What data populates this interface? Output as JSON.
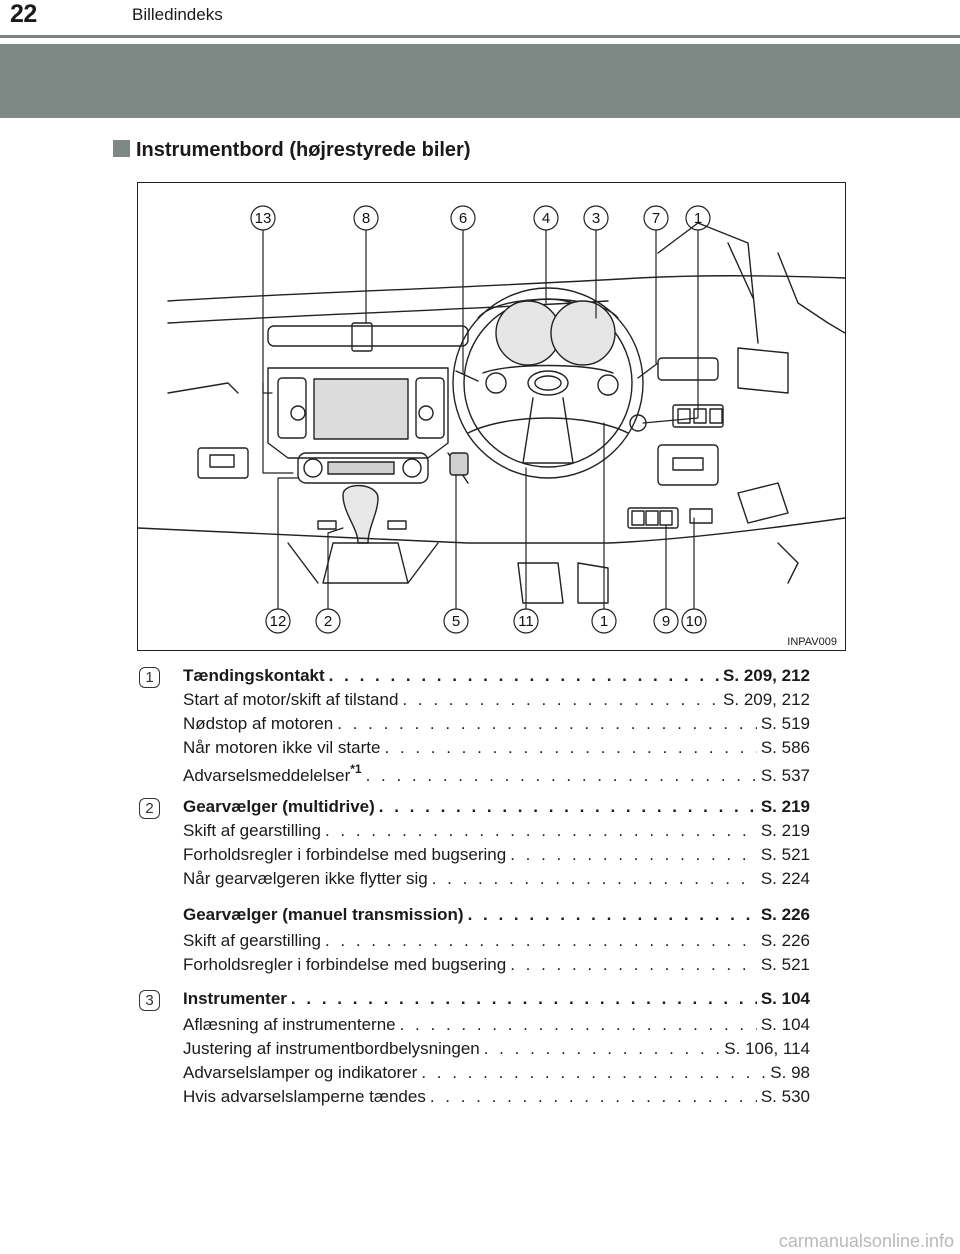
{
  "header": {
    "page_number": "22",
    "title": "Billedindeks"
  },
  "section": {
    "heading": "Instrumentbord (højrestyrede biler)"
  },
  "figure": {
    "code": "INPAV009",
    "callouts_top": [
      "13",
      "8",
      "6",
      "4",
      "3",
      "7",
      "1"
    ],
    "callouts_bottom": [
      "12",
      "2",
      "5",
      "11",
      "1",
      "9",
      "10"
    ]
  },
  "entries": [
    {
      "num": "1",
      "lines": [
        {
          "text": "Tændingskontakt",
          "page": "S. 209, 212",
          "bold": true
        },
        {
          "text": "Start af motor/skift af tilstand",
          "page": "S. 209, 212"
        },
        {
          "text": "Nødstop af motoren",
          "page": "S. 519"
        },
        {
          "text": "Når motoren ikke vil starte",
          "page": "S. 586"
        },
        {
          "text": "Advarselsmeddelelser",
          "sup": "*1",
          "page": "S. 537"
        }
      ]
    },
    {
      "num": "2",
      "lines": [
        {
          "text": "Gearvælger (multidrive)",
          "page": "S. 219",
          "bold": true
        },
        {
          "text": "Skift af gearstilling",
          "page": "S. 219"
        },
        {
          "text": "Forholdsregler i forbindelse med bugsering",
          "page": "S. 521"
        },
        {
          "text": "Når gearvælgeren ikke flytter sig",
          "page": "S. 224"
        },
        {
          "text": "Gearvælger (manuel transmission)",
          "page": "S. 226",
          "bold": true
        },
        {
          "text": "Skift af gearstilling",
          "page": "S. 226"
        },
        {
          "text": "Forholdsregler i forbindelse med bugsering",
          "page": "S. 521"
        }
      ]
    },
    {
      "num": "3",
      "lines": [
        {
          "text": "Instrumenter",
          "page": "S. 104",
          "bold": true
        },
        {
          "text": "Aflæsning af instrumenterne",
          "page": "S. 104"
        },
        {
          "text": "Justering af instrumentbordbelysningen",
          "page": "S. 106, 114"
        },
        {
          "text": "Advarselslamper og indikatorer",
          "page": "S. 98"
        },
        {
          "text": "Hvis advarselslamperne tændes",
          "page": "S. 530"
        }
      ]
    }
  ],
  "watermark": "carmanualsonline.info"
}
